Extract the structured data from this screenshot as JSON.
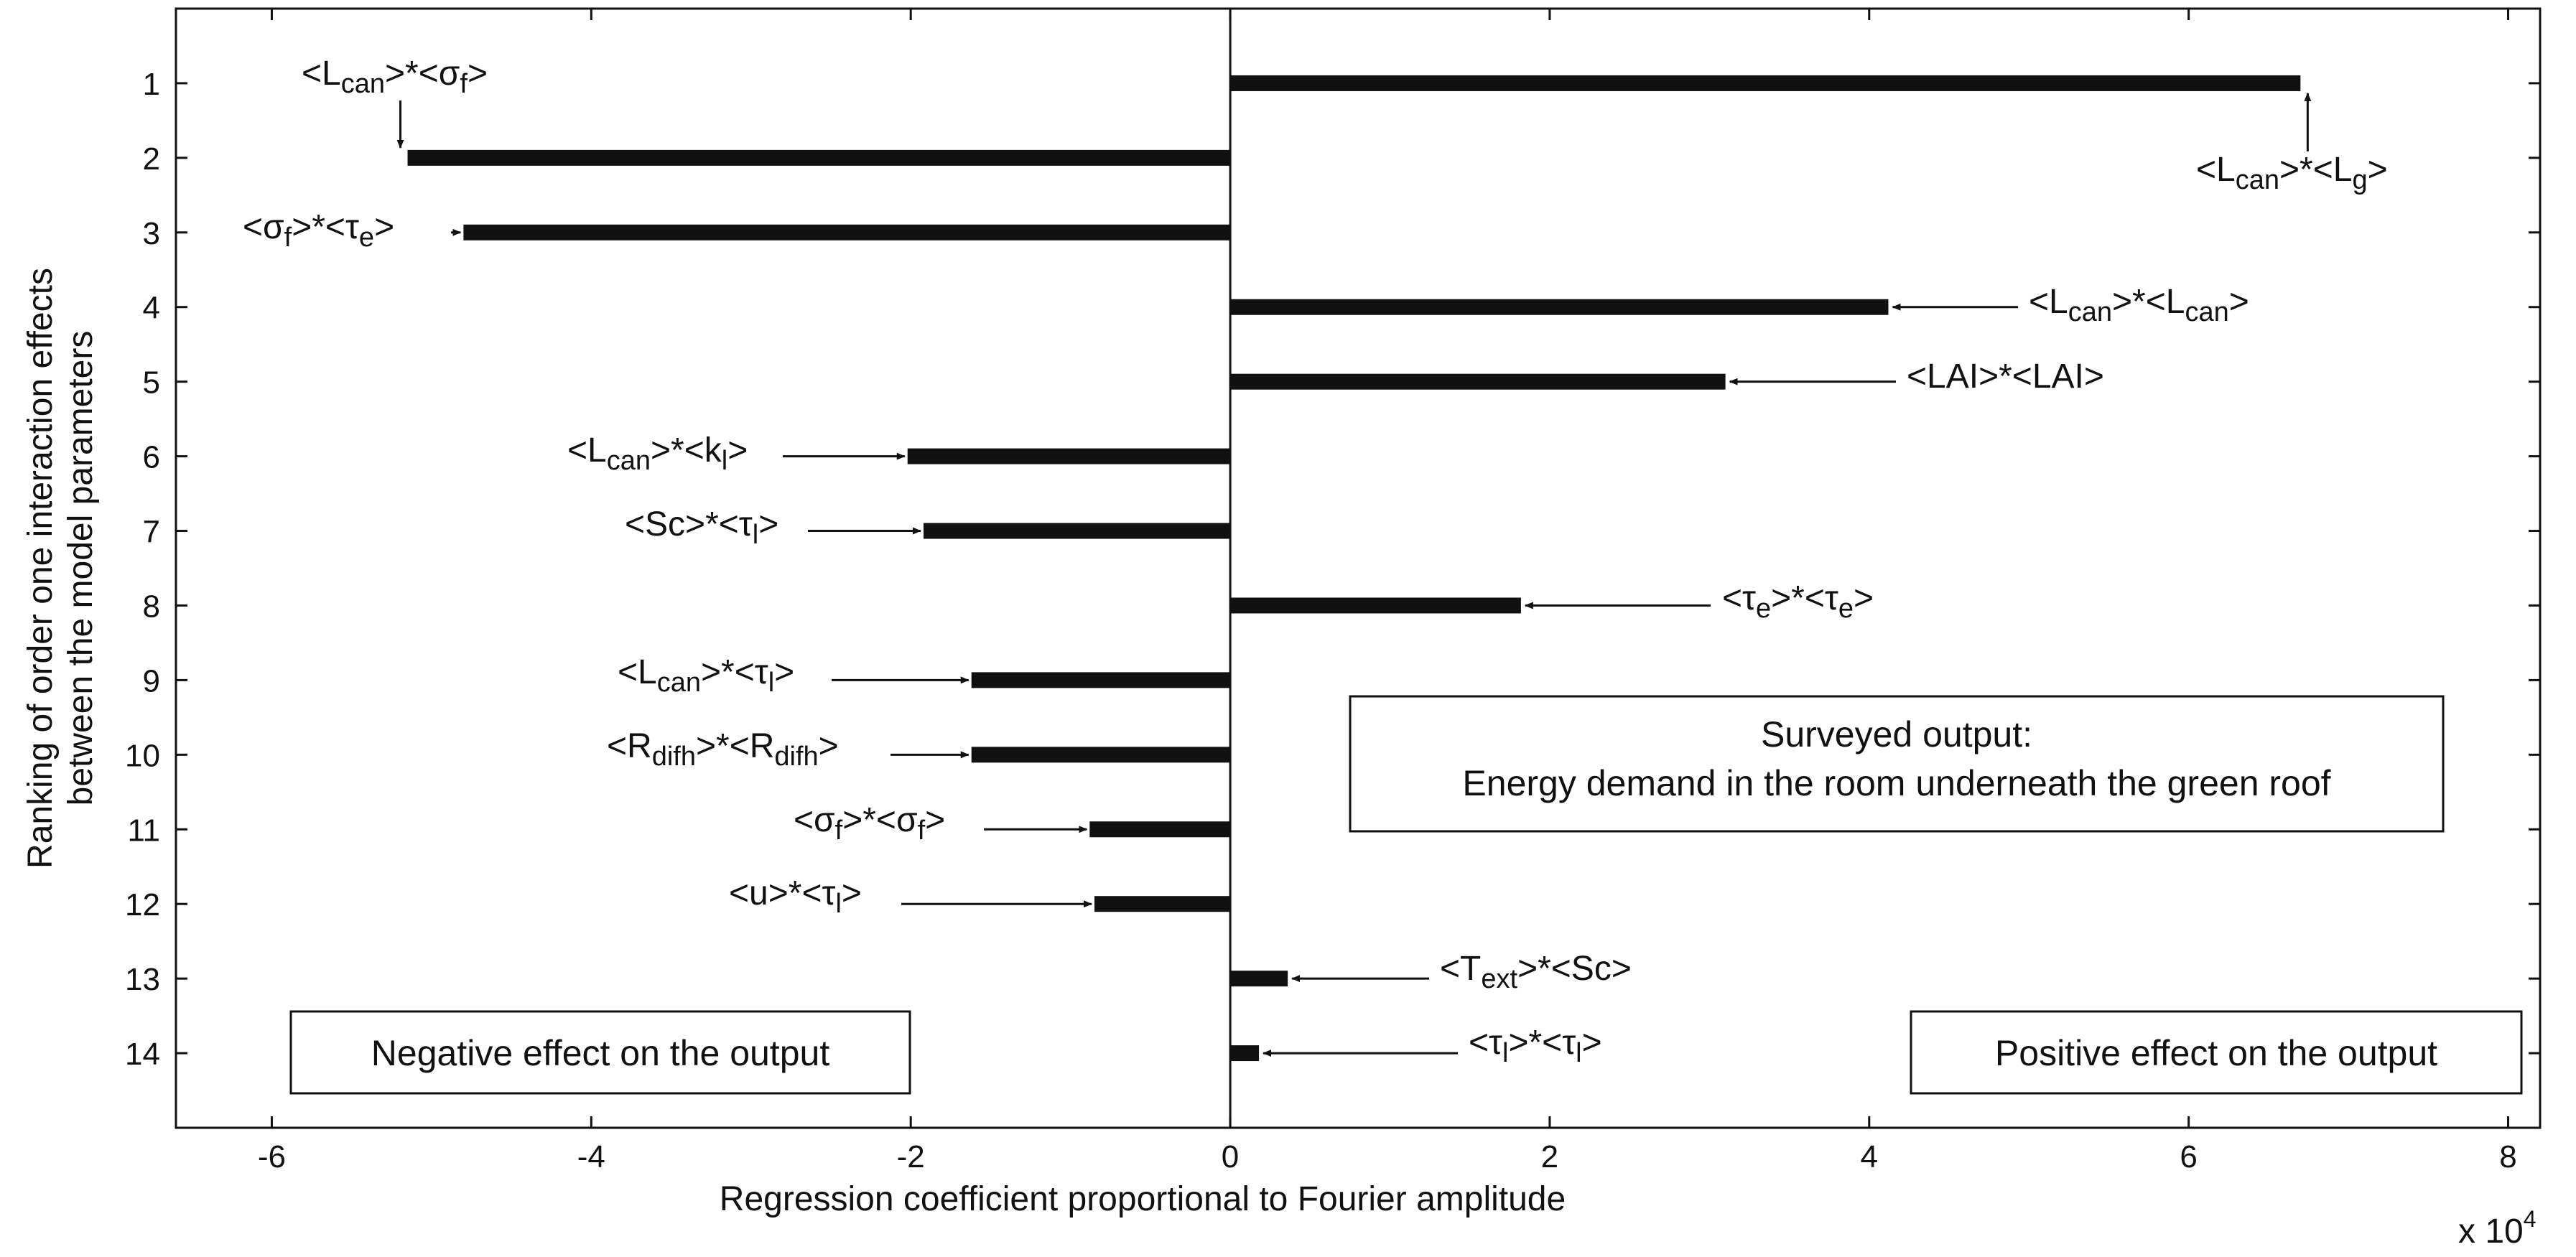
{
  "chart_data": {
    "type": "bar",
    "orientation": "horizontal",
    "xlabel": "Regression coefficient proportional to Fourier amplitude",
    "ylabel_lines": [
      "Ranking of order one interaction effects",
      "between the model parameters"
    ],
    "x_multiplier_label": "x 10",
    "x_multiplier_exp": "4",
    "xlim": [
      -6.6,
      8.2
    ],
    "x_ticks": [
      -6,
      -4,
      -2,
      0,
      2,
      4,
      6,
      8
    ],
    "x_tick_labels": [
      "-6",
      "-4",
      "-2",
      "0",
      "2",
      "4",
      "6",
      "8"
    ],
    "ylim": [
      0,
      15
    ],
    "y_ticks": [
      1,
      2,
      3,
      4,
      5,
      6,
      7,
      8,
      9,
      10,
      11,
      12,
      13,
      14
    ],
    "y_tick_labels": [
      "1",
      "2",
      "3",
      "4",
      "5",
      "6",
      "7",
      "8",
      "9",
      "10",
      "11",
      "12",
      "13",
      "14"
    ],
    "bars": [
      {
        "rank": 1,
        "value": 6.7,
        "label": [
          [
            "<L",
            ""
          ],
          [
            "can",
            "sub"
          ],
          [
            ">*<L",
            ""
          ],
          [
            "g",
            "sub"
          ],
          [
            ">",
            ""
          ]
        ]
      },
      {
        "rank": 2,
        "value": -5.15,
        "label": [
          [
            "<L",
            ""
          ],
          [
            "can",
            "sub"
          ],
          [
            ">*<σ",
            ""
          ],
          [
            "f",
            "sub"
          ],
          [
            ">",
            ""
          ]
        ]
      },
      {
        "rank": 3,
        "value": -4.8,
        "label": [
          [
            "<σ",
            ""
          ],
          [
            "f",
            "sub"
          ],
          [
            ">*<τ",
            ""
          ],
          [
            "e",
            "sub"
          ],
          [
            ">",
            ""
          ]
        ]
      },
      {
        "rank": 4,
        "value": 4.12,
        "label": [
          [
            "<L",
            ""
          ],
          [
            "can",
            "sub"
          ],
          [
            ">*<L",
            ""
          ],
          [
            "can",
            "sub"
          ],
          [
            ">",
            ""
          ]
        ]
      },
      {
        "rank": 5,
        "value": 3.1,
        "label": [
          [
            "<LAI>*<LAI>",
            ""
          ]
        ]
      },
      {
        "rank": 6,
        "value": -2.02,
        "label": [
          [
            "<L",
            ""
          ],
          [
            "can",
            "sub"
          ],
          [
            ">*<k",
            ""
          ],
          [
            "l",
            "sub"
          ],
          [
            ">",
            ""
          ]
        ]
      },
      {
        "rank": 7,
        "value": -1.92,
        "label": [
          [
            "<Sc>*<τ",
            ""
          ],
          [
            "l",
            "sub"
          ],
          [
            ">",
            ""
          ]
        ]
      },
      {
        "rank": 8,
        "value": 1.82,
        "label": [
          [
            "<τ",
            ""
          ],
          [
            "e",
            "sub"
          ],
          [
            ">*<τ",
            ""
          ],
          [
            "e",
            "sub"
          ],
          [
            ">",
            ""
          ]
        ]
      },
      {
        "rank": 9,
        "value": -1.62,
        "label": [
          [
            "<L",
            ""
          ],
          [
            "can",
            "sub"
          ],
          [
            ">*<τ",
            ""
          ],
          [
            "l",
            "sub"
          ],
          [
            ">",
            ""
          ]
        ]
      },
      {
        "rank": 10,
        "value": -1.62,
        "label": [
          [
            "<R",
            ""
          ],
          [
            "difh",
            "sub"
          ],
          [
            ">*<R",
            ""
          ],
          [
            "difh",
            "sub"
          ],
          [
            ">",
            ""
          ]
        ]
      },
      {
        "rank": 11,
        "value": -0.88,
        "label": [
          [
            "<σ",
            ""
          ],
          [
            "f",
            "sub"
          ],
          [
            ">*<σ",
            ""
          ],
          [
            "f",
            "sub"
          ],
          [
            ">",
            ""
          ]
        ]
      },
      {
        "rank": 12,
        "value": -0.85,
        "label": [
          [
            "<u>*<τ",
            ""
          ],
          [
            "l",
            "sub"
          ],
          [
            ">",
            ""
          ]
        ]
      },
      {
        "rank": 13,
        "value": 0.36,
        "label": [
          [
            "<T",
            ""
          ],
          [
            "ext",
            "sub"
          ],
          [
            ">*<Sc>",
            ""
          ]
        ]
      },
      {
        "rank": 14,
        "value": 0.18,
        "label": [
          [
            "<τ",
            ""
          ],
          [
            "l",
            "sub"
          ],
          [
            ">*<τ",
            ""
          ],
          [
            "l",
            "sub"
          ],
          [
            ">",
            ""
          ]
        ]
      }
    ],
    "annotation_boxes": {
      "surveyed": [
        "Surveyed output:",
        "Energy demand in the room underneath the green roof"
      ],
      "negative": "Negative effect on the output",
      "positive": "Positive effect on the output"
    },
    "bar_color": "#111111"
  }
}
